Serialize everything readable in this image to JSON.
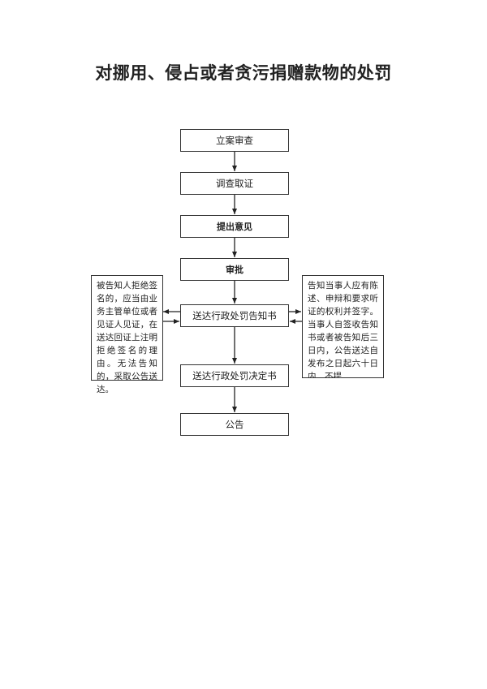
{
  "title": "对挪用、侵占或者贪污捐赠款物的处罚",
  "steps": [
    {
      "label": "立案审查"
    },
    {
      "label": "调查取证"
    },
    {
      "label": "提出意见"
    },
    {
      "label": "审批"
    },
    {
      "label": "送达行政处罚告知书"
    },
    {
      "label": "送达行政处罚决定书"
    },
    {
      "label": "公告"
    }
  ],
  "notes": {
    "left": "被告知人拒绝签名的，应当由业务主管单位或者见证人见证，在送达回证上注明拒绝签名的理由。无法告知的，采取公告送达。",
    "right": "告知当事人应有陈述、申辩和要求听证的权利并签字。当事人自签收告知书或者被告知后三日内，公告送达自发布之日起六十日内，不提"
  }
}
